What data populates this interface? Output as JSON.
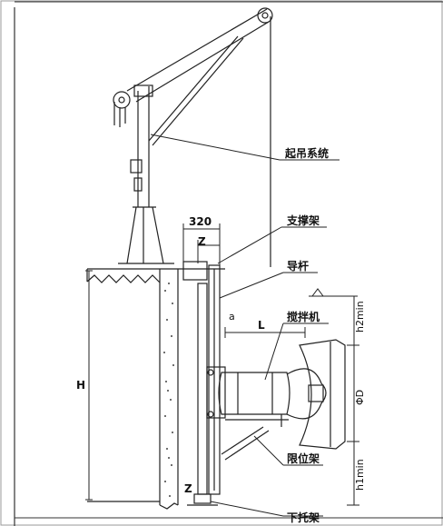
{
  "labels": {
    "lifting_system": "起吊系统",
    "support_frame": "支撑架",
    "guide_rod": "导杆",
    "mixer": "搅拌机",
    "limit_frame": "限位架",
    "bottom_bracket": "下托架"
  },
  "dimensions": {
    "width_320": "320",
    "z_top": "Z",
    "z_bottom": "Z",
    "a": "a",
    "l": "L",
    "h": "H",
    "h2": "h2min",
    "h1": "h1min",
    "d": "ΦD"
  },
  "colors": {
    "frame_border": "#9a9a9a",
    "line": "#222222",
    "background": "#ffffff"
  }
}
